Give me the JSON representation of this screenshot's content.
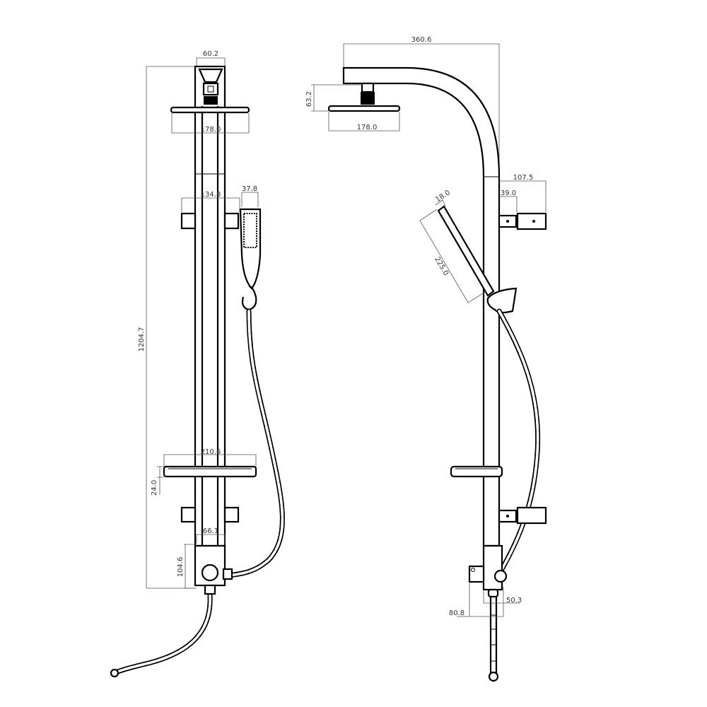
{
  "front_view": {
    "dimensions": {
      "top_box_width": "60.2",
      "head_width": "178.0",
      "bracket_span": "134.8",
      "handshower_width": "37.8",
      "total_height": "1204.7",
      "tray_width": "210.6",
      "tray_height": "24.0",
      "valve_width": "66.1",
      "valve_height": "104.6"
    }
  },
  "side_view": {
    "dimensions": {
      "arm_reach": "360.6",
      "head_height": "63.2",
      "head_width": "178.0",
      "bracket_outer": "107.5",
      "bracket_inner": "39.0",
      "handshower_thickness": "18.0",
      "handshower_length": "225.0",
      "inlet_offset": "80.8",
      "valve_depth": "50.3"
    }
  }
}
